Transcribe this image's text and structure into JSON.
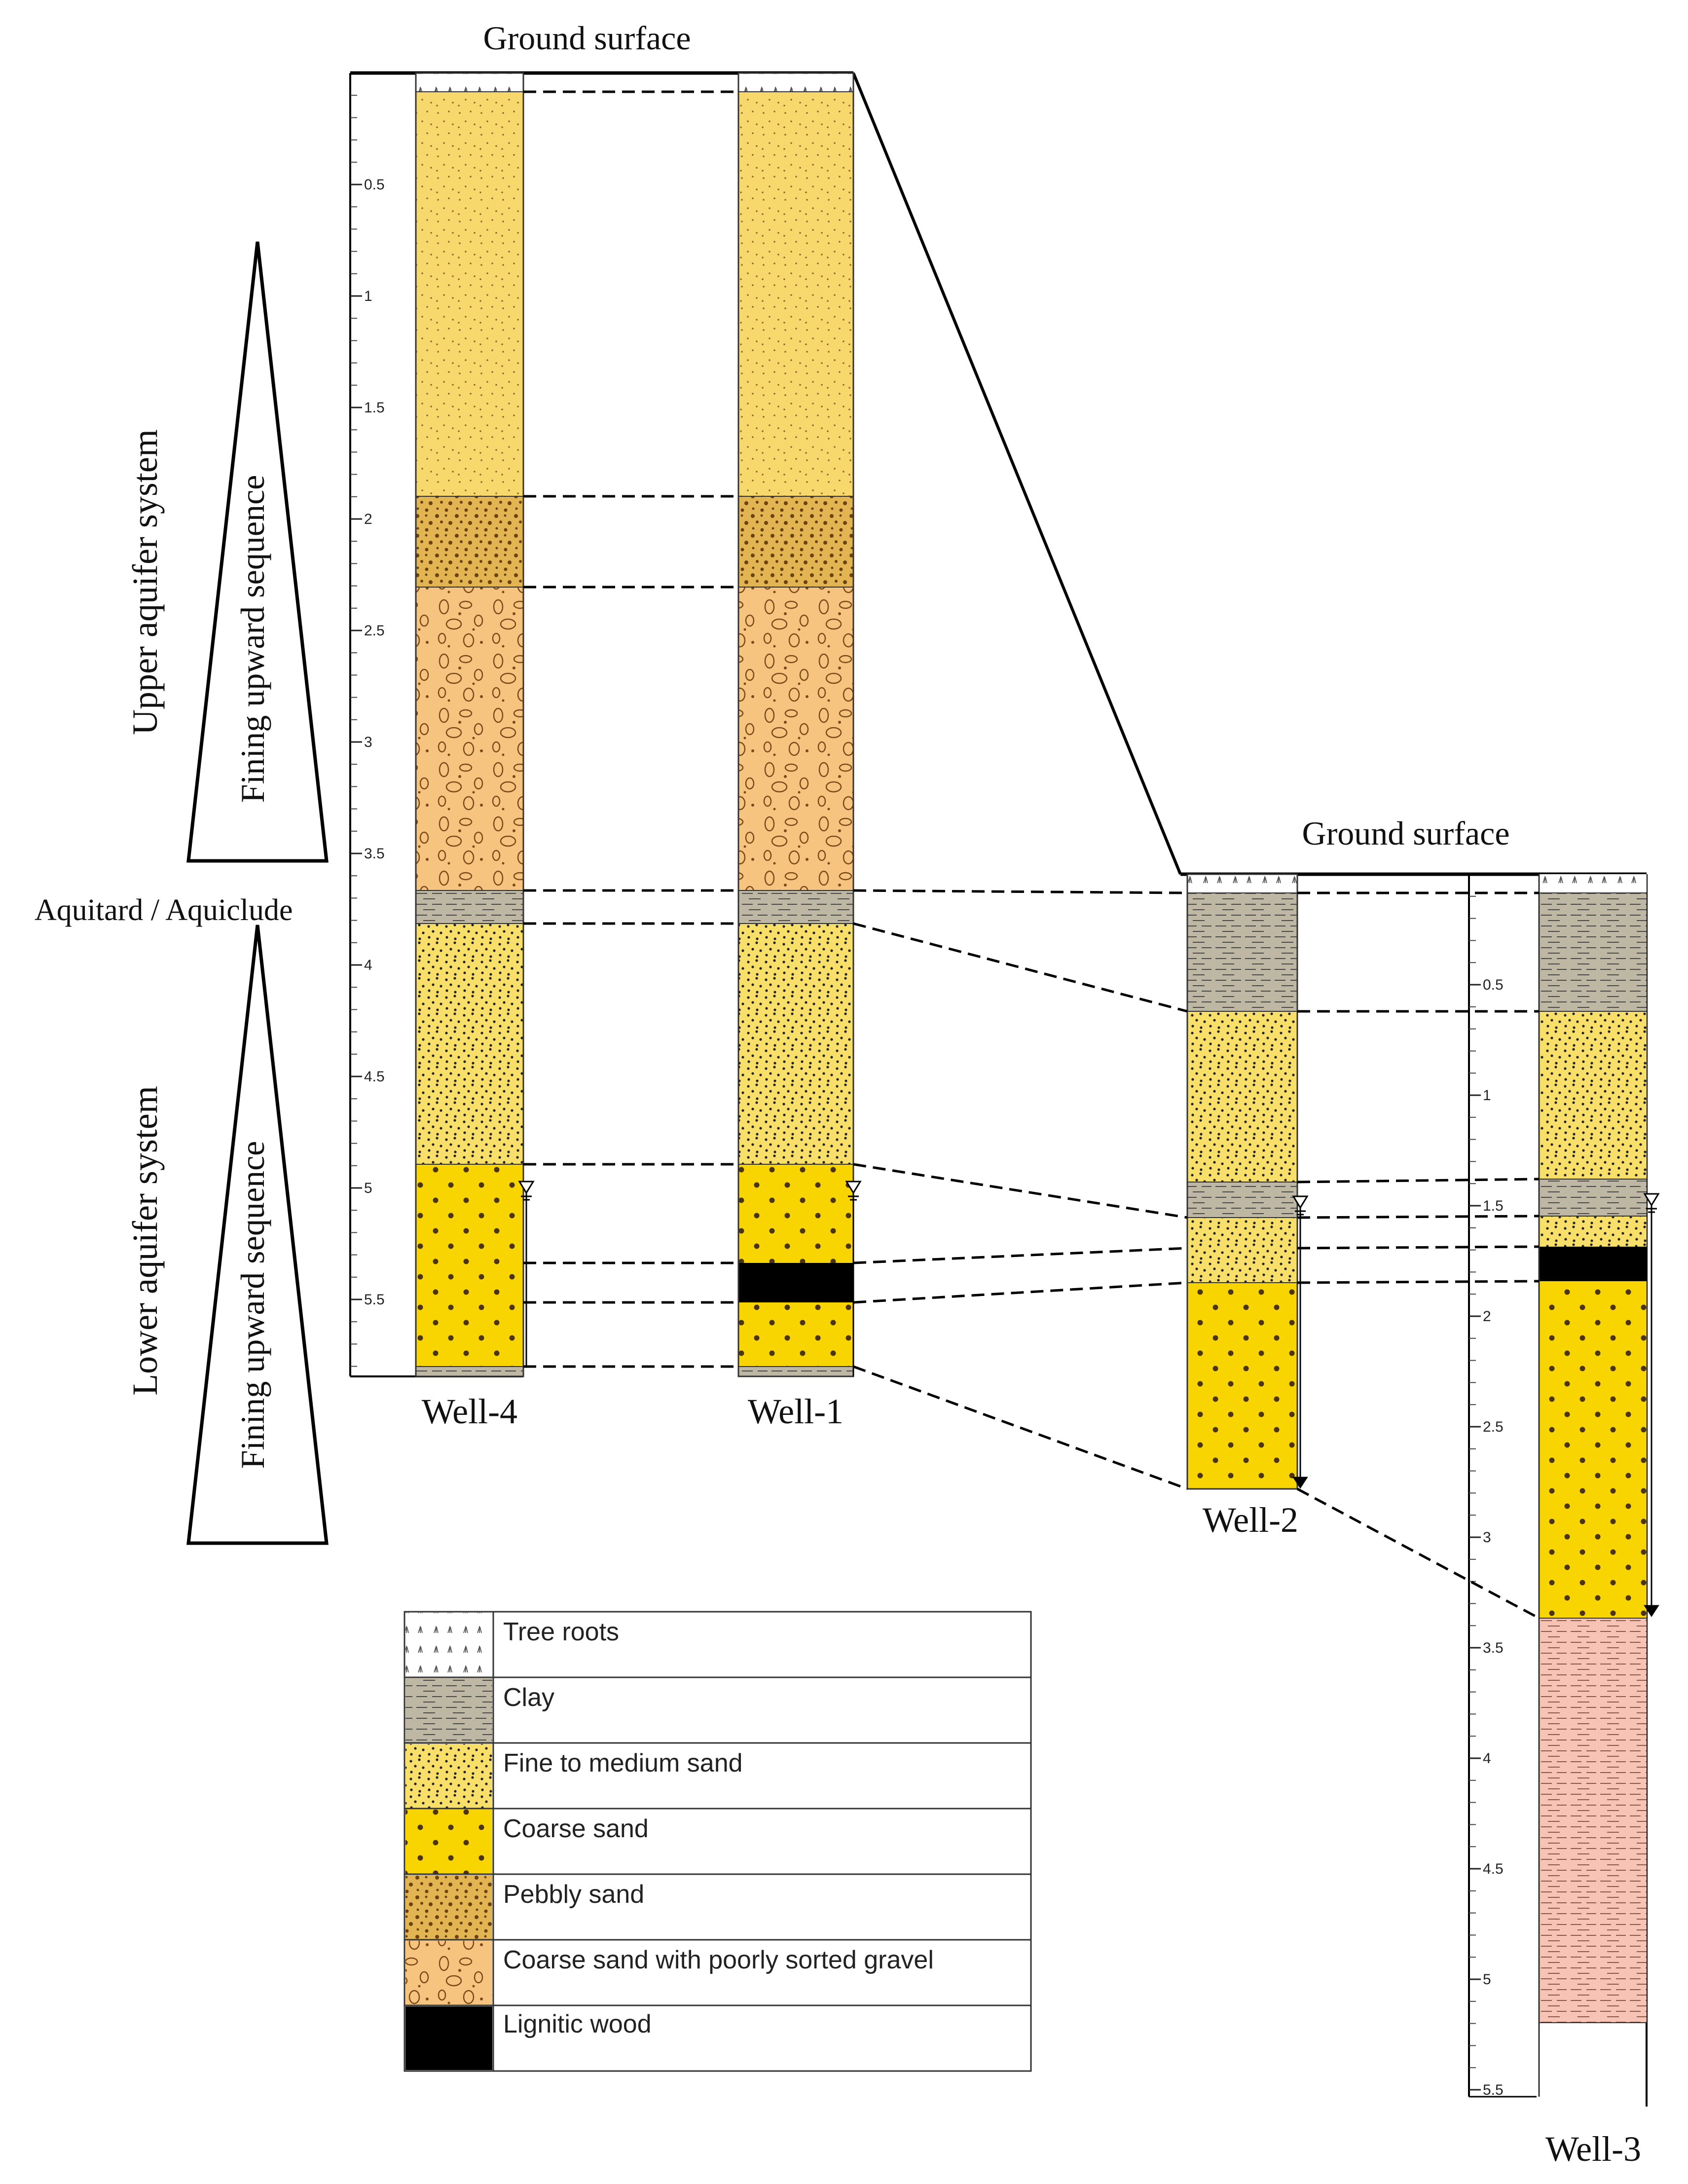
{
  "diagram": {
    "ground_surface_left": "Ground surface",
    "ground_surface_right": "Ground surface",
    "aquitard_label": "Aquitard / Aquiclude",
    "upper": {
      "system_label": "Upper aquifer system",
      "sequence_label": "Fining upward sequence"
    },
    "lower": {
      "system_label": "Lower aquifer system",
      "sequence_label": "Fining upward sequence"
    },
    "wells": [
      {
        "id": "well-4",
        "label": "Well-4"
      },
      {
        "id": "well-1",
        "label": "Well-1"
      },
      {
        "id": "well-2",
        "label": "Well-2"
      },
      {
        "id": "well-3",
        "label": "Well-3"
      }
    ],
    "left_scale_ticks": [
      "0.5",
      "1",
      "1.5",
      "2",
      "2.5",
      "3",
      "3.5",
      "4",
      "4.5",
      "5",
      "5.5"
    ],
    "right_scale_ticks": [
      "0.5",
      "1",
      "1.5",
      "2",
      "2.5",
      "3",
      "3.5",
      "4",
      "4.5",
      "5",
      "5.5"
    ]
  },
  "legend": {
    "items": [
      {
        "key": "roots",
        "label": "Tree roots"
      },
      {
        "key": "clay",
        "label": "Clay"
      },
      {
        "key": "fine",
        "label": "Fine to medium sand"
      },
      {
        "key": "coarse",
        "label": "Coarse sand"
      },
      {
        "key": "pebbly",
        "label": "Pebbly sand"
      },
      {
        "key": "gravel",
        "label": "Coarse sand with poorly sorted gravel"
      },
      {
        "key": "lignite",
        "label": "Lignitic wood"
      }
    ]
  },
  "colors": {
    "clay": "#bdb7a4",
    "fine_sand": "#f7df6a",
    "coarse_sand": "#f8d400",
    "pebbly_sand": "#e2b552",
    "gravel_sand": "#f6c47e",
    "lignite": "#000000",
    "bottom_clay": "#f6c3b5",
    "upper_fine_sand": "#f7d86c"
  }
}
